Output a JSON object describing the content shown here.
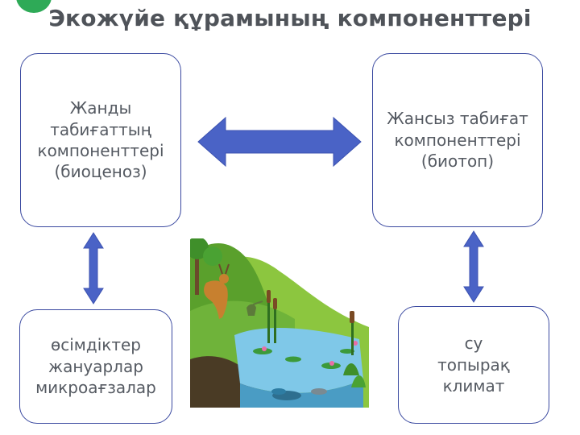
{
  "title": "Экожүйе құрамының компоненттері",
  "colors": {
    "box_border": "#3a49a0",
    "arrow_fill": "#4a63c6",
    "text": "#555a62",
    "badge": "#2eaa57"
  },
  "boxes": {
    "biocenosis": {
      "lines": [
        "Жанды",
        "табиғаттың",
        "компоненттері",
        "(биоценоз)"
      ]
    },
    "biotope": {
      "lines": [
        "Жансыз табиғат",
        "компоненттері",
        "(биотоп)"
      ]
    },
    "organisms": {
      "lines": [
        "өсімдіктер",
        "жануарлар",
        "микроағзалар"
      ]
    },
    "abiotic": {
      "lines": [
        "су",
        "топырақ",
        "климат"
      ]
    }
  },
  "icons": {
    "horizontal_arrow": "double-headed-horizontal-arrow-icon",
    "left_vertical_arrow": "double-headed-vertical-arrow-icon",
    "right_vertical_arrow": "double-headed-vertical-arrow-icon",
    "scene": "ecosystem-pond-illustration"
  }
}
